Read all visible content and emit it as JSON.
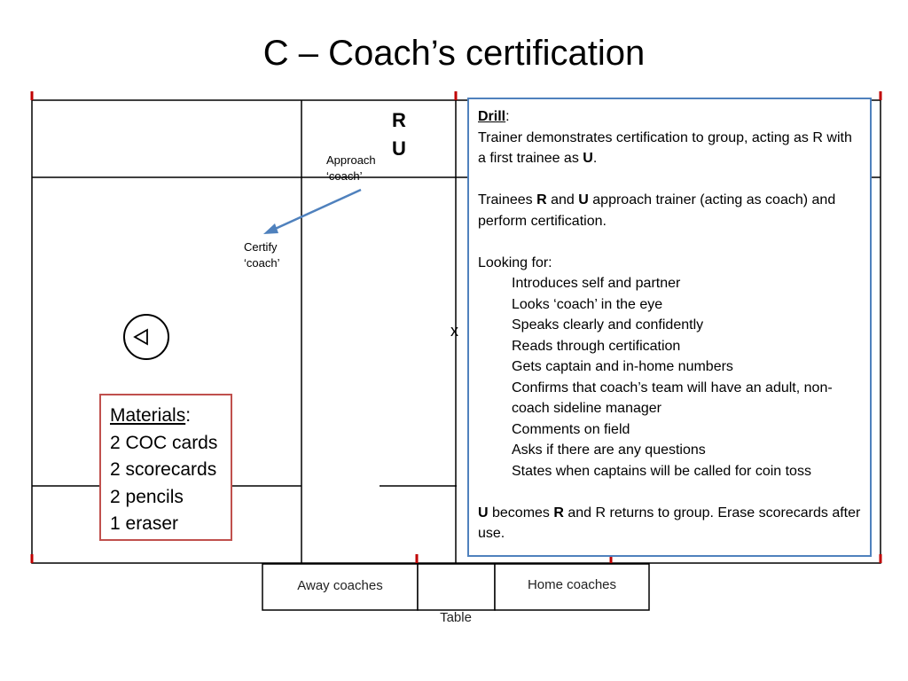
{
  "title": "C – Coach’s certification",
  "field": {
    "marker_r": "R",
    "marker_u": "U",
    "approach_label": "Approach ‘coach’",
    "certify_label": "Certify ‘coach’",
    "center_mark": "x"
  },
  "table": {
    "away_label": "Away coaches",
    "home_label": "Home coaches",
    "table_label": "Table"
  },
  "materials": {
    "heading": "Materials",
    "items": [
      "2 COC cards",
      "2 scorecards",
      "2 pencils",
      "1 eraser"
    ]
  },
  "drill": {
    "heading": "Drill",
    "intro_line": "Trainer demonstrates certification to group, acting as R with a first trainee as U.",
    "trainees_line": "Trainees R and U approach trainer (acting as coach) and perform certification.",
    "looking_for_heading": "Looking for:",
    "looking_for": [
      "Introduces self and partner",
      "Looks ‘coach’ in the eye",
      "Speaks clearly and confidently",
      "Reads through certification",
      "Gets captain and in-home numbers",
      "Confirms that coach’s team will have an adult, non-coach sideline manager",
      "Comments on field",
      "Asks if there are any questions",
      "States when captains will be called for coin toss"
    ],
    "closing_line": "U becomes R and R returns to group.  Erase scorecards after use."
  },
  "colors": {
    "field_lines": "#000000",
    "corner_marks": "#c00000",
    "arrow": "#4f81bd",
    "materials_border": "#c0504d",
    "drill_border": "#4f81bd"
  },
  "icons": {
    "coach_marker": "triangle-left-in-circle-icon"
  }
}
